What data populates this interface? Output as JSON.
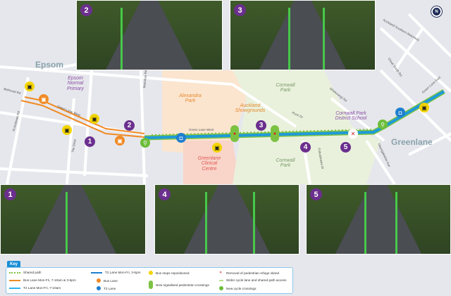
{
  "suburbs": {
    "epsom": "Epsom",
    "greenlane": "Greenlane"
  },
  "places": {
    "epsom_normal": "Epsom Normal Primary",
    "alexandra": "Alexandra Park",
    "showgrounds": "Auckland Showgrounds",
    "clinical": "Greenlane Clinical Centre",
    "cornwall_n": "Cornwall Park",
    "cornwall_s": "Cornwall Park",
    "school": "Cornwall Park District School"
  },
  "streets": {
    "balmoral": "Balmoral Rd",
    "st_andrews": "St Andrews Rd",
    "the_drive": "The Drive",
    "glw1": "Green Lane West",
    "glw2": "Green Lane West",
    "manukau": "Manukau Rd",
    "puriri": "Puriri Dr",
    "pohutukawa": "Pohutukawa Dr",
    "whetu": "Wheturangi Rd",
    "maungakiekie": "Maungakiekie Ave",
    "great_south": "Great South Rd",
    "motorway": "Auckland Southern Motorway",
    "gle": "Green Lane East"
  },
  "markers": [
    "1",
    "2",
    "3",
    "4",
    "5"
  ],
  "photos": [
    "1",
    "2",
    "3",
    "4",
    "5"
  ],
  "compass": "N",
  "key": {
    "title": "Key",
    "items": [
      "Shared path",
      "Bus Lane Mon-Fri, 7-10am & 3-6pm",
      "T2 Lane Mon-Fri, 7-10am",
      "T2 Lane Mon-Fri, 3-6pm",
      "Bus Lane",
      "T2 Lane",
      "Bus stops repositioned",
      "New signalised pedestrian crossings",
      "Removal of pedestrian refuge island",
      "Wider cycle lane and shared path access",
      "New cycle crossings"
    ]
  },
  "colors": {
    "bus_lane": "#f08a24",
    "t2": "#1f7fcf",
    "shared": "#7cc242",
    "marker": "#6b2f8e"
  }
}
